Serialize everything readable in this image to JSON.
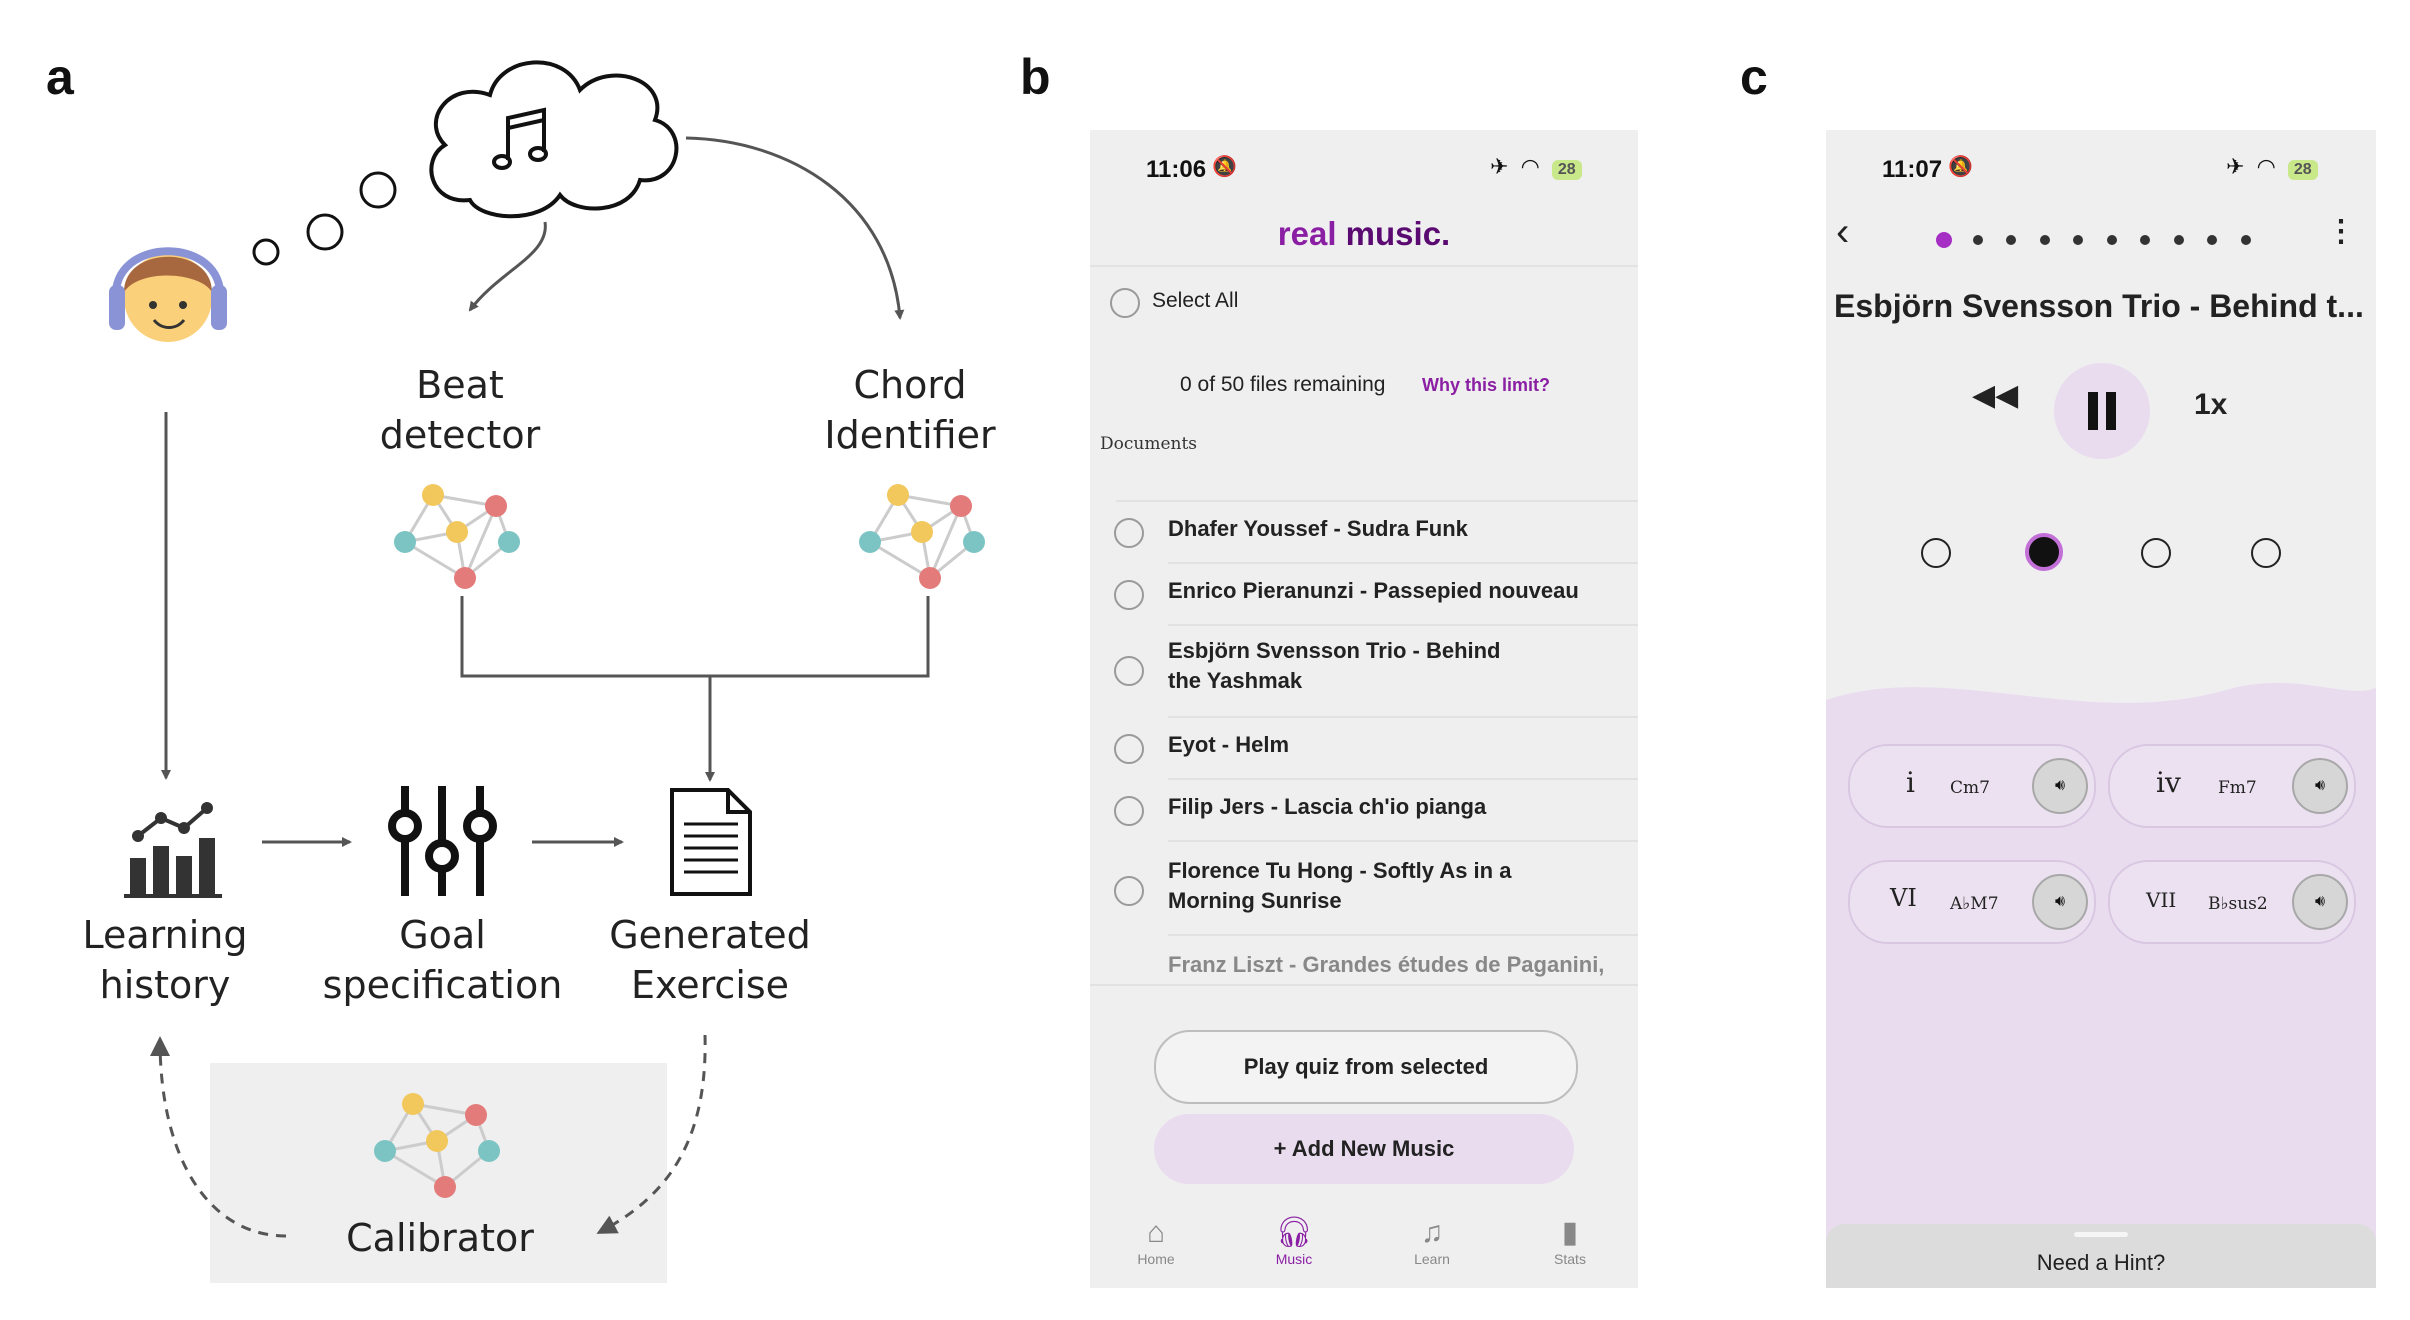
{
  "panels": {
    "a": "a",
    "b": "b",
    "c": "c"
  },
  "diagram": {
    "beat_detector": "Beat\ndetector",
    "chord_identifier": "Chord\nIdentifier",
    "learning_history": "Learning\nhistory",
    "goal_specification": "Goal\nspecification",
    "generated_exercise": "Generated\nExercise",
    "calibrator": "Calibrator"
  },
  "phone_b": {
    "time": "11:06",
    "battery": "28",
    "brand_part1": "real",
    "brand_part2": "music.",
    "select_all": "Select All",
    "remaining": "0 of 50 files remaining",
    "why_limit": "Why this limit?",
    "section": "Documents",
    "files": [
      "Dhafer Youssef - Sudra Funk",
      "Enrico Pieranunzi - Passepied nouveau",
      "Esbjörn Svensson Trio - Behind\nthe Yashmak",
      "Eyot - Helm",
      "Filip Jers - Lascia ch'io pianga",
      "Florence Tu Hong - Softly As in a\nMorning Sunrise",
      "Franz Liszt - Grandes études de Paganini,"
    ],
    "play_quiz": "Play quiz from selected",
    "add_music": "+   Add New Music",
    "nav": [
      "Home",
      "Music",
      "Learn",
      "Stats"
    ]
  },
  "phone_c": {
    "time": "11:07",
    "battery": "28",
    "title": "Esbjörn Svensson Trio - Behind t...",
    "speed": "1x",
    "progress_dots": 10,
    "progress_current": 1,
    "beat_options": 4,
    "beat_selected": 2,
    "chords": [
      {
        "numeral": "i",
        "name": "Cm7"
      },
      {
        "numeral": "iv",
        "name": "Fm7"
      },
      {
        "numeral": "VI",
        "name": "A♭M7"
      },
      {
        "numeral": "VII",
        "name": "B♭sus2"
      }
    ],
    "hint": "Need a Hint?"
  },
  "colors": {
    "brand_purple": "#8a1fa3",
    "lavender": "#eadcef",
    "node_yellow": "#f2c75c",
    "node_red": "#e37b7b",
    "node_teal": "#7cc4c4"
  }
}
